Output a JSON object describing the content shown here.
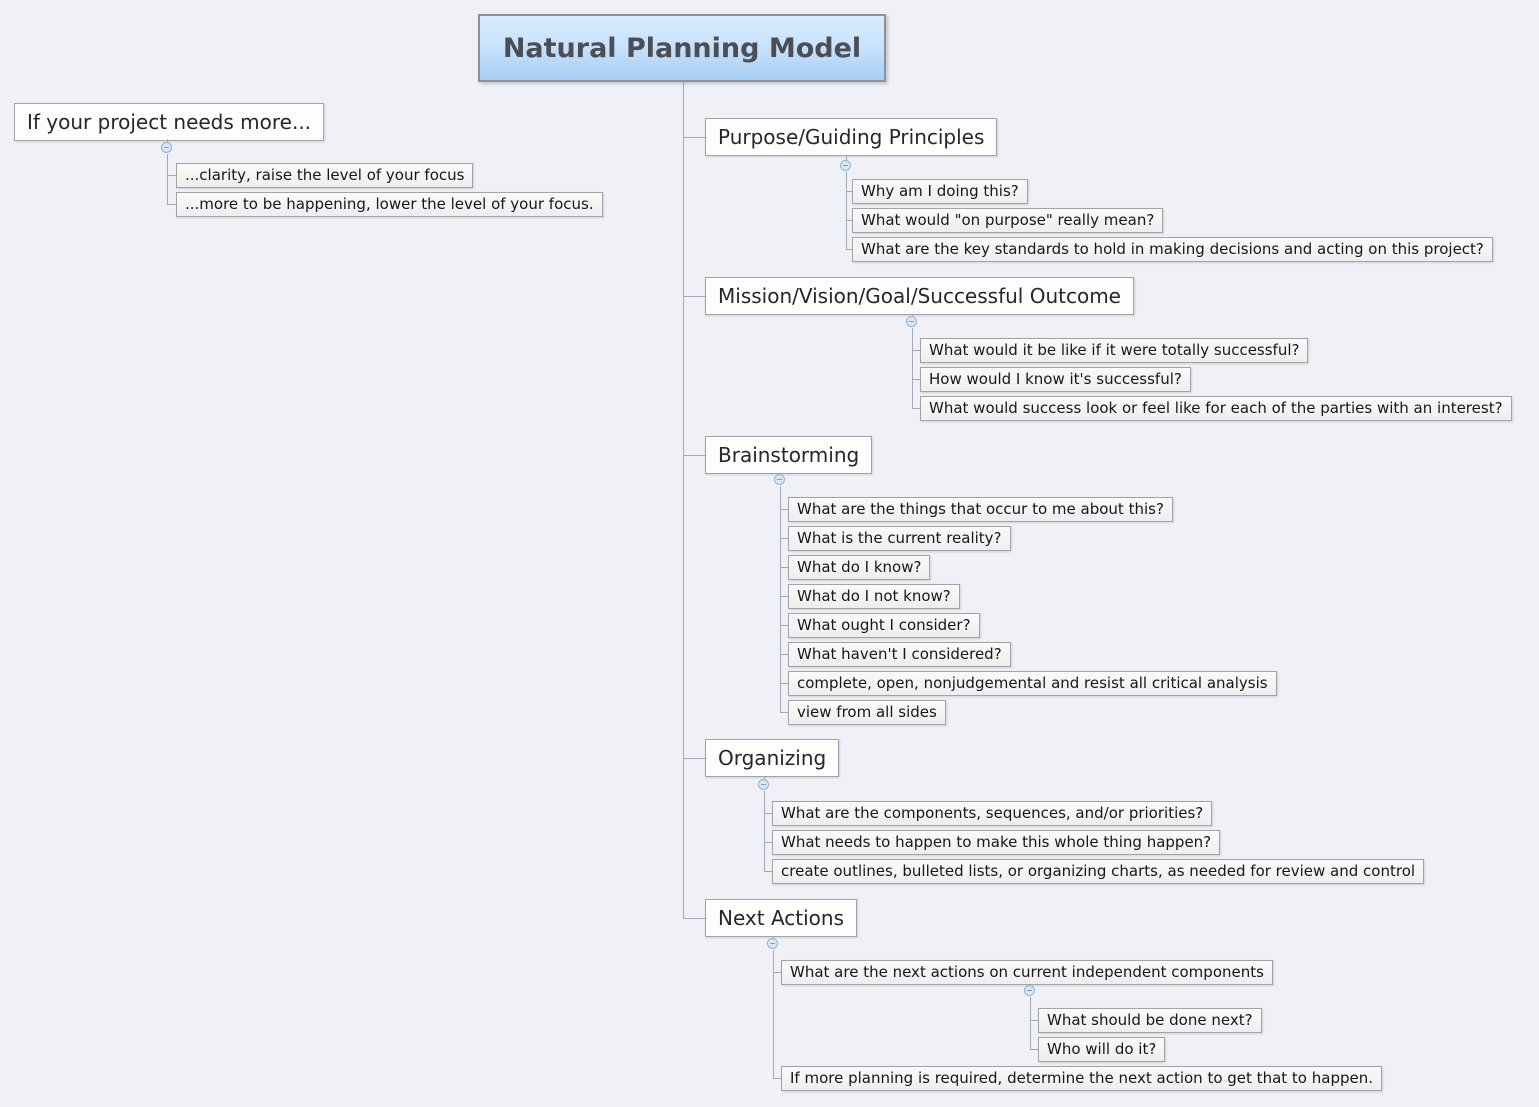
{
  "root": {
    "label": "Natural Planning Model"
  },
  "floating_topic": {
    "label": "If your project needs more...",
    "children": [
      {
        "label": "...clarity, raise the level of your focus"
      },
      {
        "label": "...more to be happening, lower the level of your focus."
      }
    ]
  },
  "sections": [
    {
      "label": "Purpose/Guiding Principles",
      "children": [
        {
          "label": "Why am I doing this?"
        },
        {
          "label": "What would \"on purpose\" really mean?"
        },
        {
          "label": "What are the key standards to hold in making decisions and acting on this project?"
        }
      ]
    },
    {
      "label": "Mission/Vision/Goal/Successful Outcome",
      "children": [
        {
          "label": "What would it be like if it were totally successful?"
        },
        {
          "label": "How would I know it's successful?"
        },
        {
          "label": "What would success look or feel like for each of the parties with an interest?"
        }
      ]
    },
    {
      "label": "Brainstorming",
      "children": [
        {
          "label": "What are the things that occur to me about this?"
        },
        {
          "label": "What is the current reality?"
        },
        {
          "label": "What do I know?"
        },
        {
          "label": "What do I not know?"
        },
        {
          "label": "What ought I consider?"
        },
        {
          "label": "What haven't I considered?"
        },
        {
          "label": "complete, open, nonjudgemental and resist all critical analysis"
        },
        {
          "label": "view from all sides"
        }
      ]
    },
    {
      "label": "Organizing",
      "children": [
        {
          "label": "What are the components, sequences, and/or priorities?"
        },
        {
          "label": "What needs to happen to make this whole thing happen?"
        },
        {
          "label": "create outlines, bulleted lists, or organizing charts, as needed for review and control"
        }
      ]
    },
    {
      "label": "Next Actions",
      "children": [
        {
          "label": "What are the next actions on current independent components",
          "children": [
            {
              "label": "What should be done next?"
            },
            {
              "label": "Who will do it?"
            }
          ]
        },
        {
          "label": "If more planning is required, determine the next action to get that to happen."
        }
      ]
    }
  ],
  "icons": {
    "collapse_handle": "minus-in-circle"
  },
  "colors": {
    "canvas_background": "#f0f1f6",
    "root_gradient_top": "#d9ecfe",
    "root_gradient_bottom": "#a7cdf4",
    "root_text": "#4b4e55",
    "node_border": "#a3a3a3",
    "node_text": "#17171b",
    "connector_line": "#a5a9b5",
    "handle_fill": "#d8e6f6",
    "handle_border": "#8fb2d8"
  }
}
